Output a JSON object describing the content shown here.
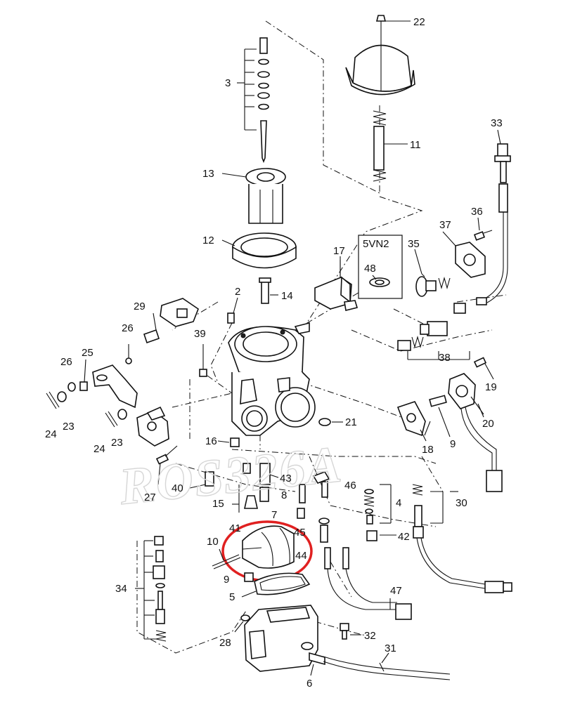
{
  "watermark": "ROS326A",
  "variant_tag": "5VN2",
  "colors": {
    "highlight": "#e02020",
    "ink": "#111111"
  },
  "parts": {
    "p2": "2",
    "p3": "3",
    "p4": "4",
    "p5": "5",
    "p6": "6",
    "p7": "7",
    "p8": "8",
    "p9a": "9",
    "p9b": "9",
    "p10": "10",
    "p11": "11",
    "p12": "12",
    "p13": "13",
    "p14": "14",
    "p15": "15",
    "p16": "16",
    "p17": "17",
    "p18": "18",
    "p19": "19",
    "p20": "20",
    "p21": "21",
    "p22": "22",
    "p23a": "23",
    "p23b": "23",
    "p24a": "24",
    "p24b": "24",
    "p25": "25",
    "p26a": "26",
    "p26b": "26",
    "p27": "27",
    "p28": "28",
    "p29": "29",
    "p30": "30",
    "p31": "31",
    "p32": "32",
    "p33": "33",
    "p34": "34",
    "p35": "35",
    "p36": "36",
    "p37": "37",
    "p38": "38",
    "p39": "39",
    "p40": "40",
    "p41": "41",
    "p42": "42",
    "p43": "43",
    "p44": "44",
    "p45": "45",
    "p46": "46",
    "p47": "47",
    "p48": "48"
  }
}
